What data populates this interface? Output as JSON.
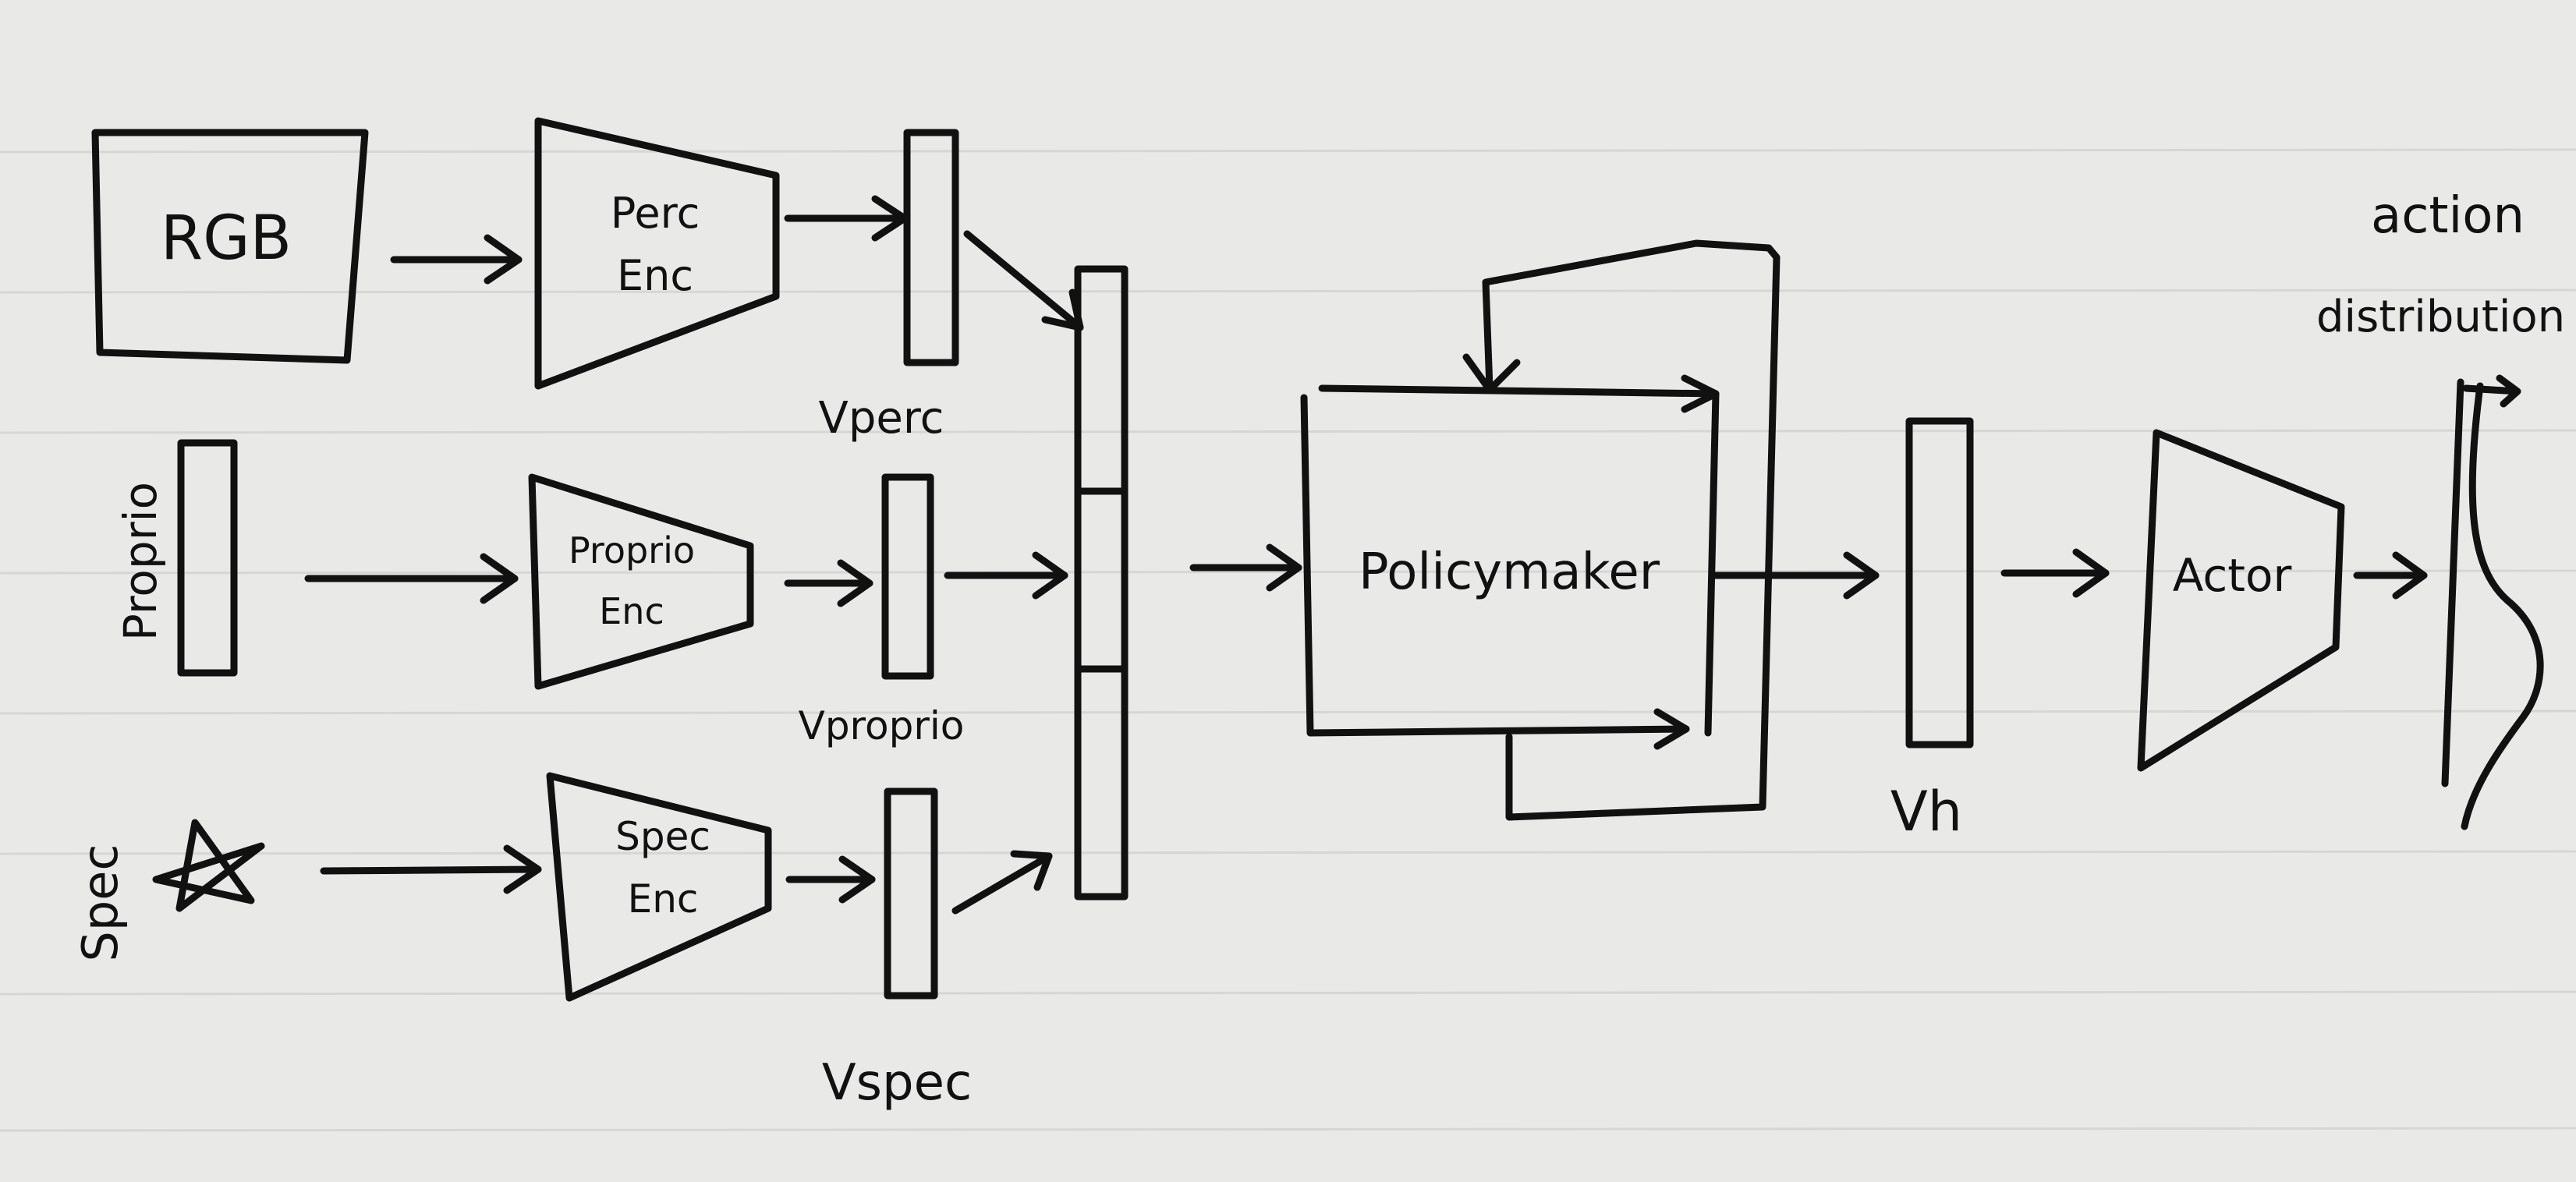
{
  "inputs": {
    "rgb": "RGB",
    "proprio": "Proprio",
    "spec": "Spec"
  },
  "encoders": {
    "perc": [
      "Perc",
      "Enc"
    ],
    "proprio": [
      "Proprio",
      "Enc"
    ],
    "spec": [
      "Spec",
      "Enc"
    ]
  },
  "vectors": {
    "perc": "Vperc",
    "proprio": "Vproprio",
    "spec": "Vspec",
    "h": "Vh"
  },
  "policymaker": "Policymaker",
  "actor": "Actor",
  "output": [
    "action",
    "distribution"
  ],
  "colors": {
    "paper": "#e9e9e7",
    "ink": "#111111",
    "ruled_line": "#d6d6d4"
  }
}
